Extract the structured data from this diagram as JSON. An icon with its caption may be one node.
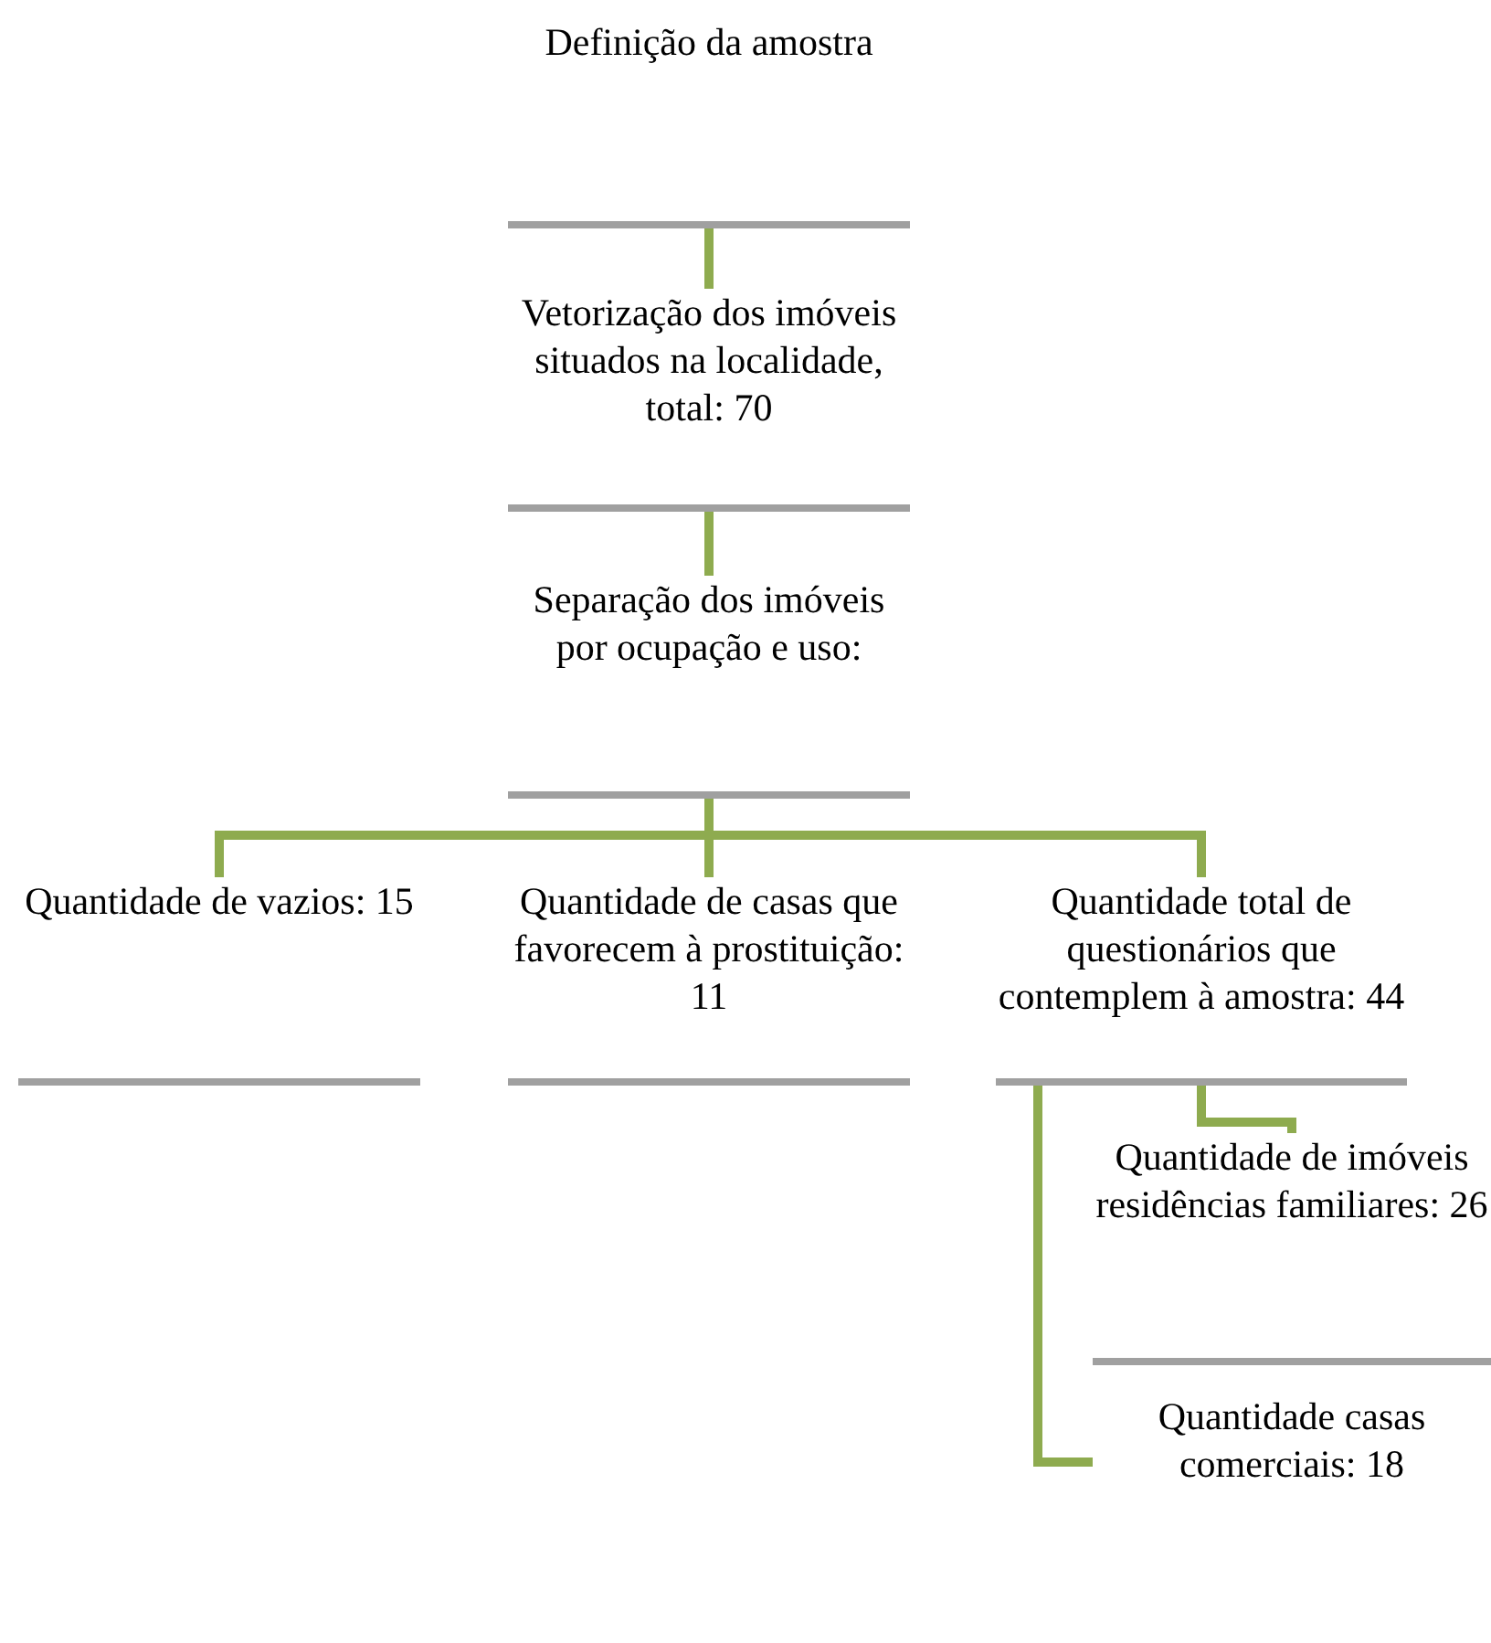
{
  "diagram": {
    "nodes": [
      {
        "text": [
          "Definição da amostra"
        ]
      },
      {
        "text": [
          "Vetorização dos imóveis situados na localidade, total: 70"
        ]
      },
      {
        "text": [
          "Separação dos imóveis por ocupação e uso:"
        ]
      },
      {
        "text": [
          "Quantidade de vazios:  15"
        ]
      },
      {
        "text": [
          "Quantidade de casas que favorecem à prostituição: 11"
        ]
      },
      {
        "text": [
          "Quantidade total de questionários que contemplem à amostra:  44"
        ]
      },
      {
        "text": [
          "Quantidade de imóveis residências familiares: 26"
        ]
      },
      {
        "text": [
          "Quantidade casas comerciais: 18"
        ]
      }
    ],
    "edges": [
      {
        "from": 0,
        "to": 1,
        "arrow": "none"
      },
      {
        "from": 1,
        "to": 2,
        "arrow": "none"
      },
      {
        "from": 2,
        "to": 3,
        "arrow": "none"
      },
      {
        "from": 2,
        "to": 4,
        "arrow": "none"
      },
      {
        "from": 2,
        "to": 5,
        "arrow": "none"
      },
      {
        "from": 5,
        "to": 6,
        "arrow": "none"
      },
      {
        "from": 5,
        "to": 7,
        "arrow": "none"
      }
    ]
  }
}
